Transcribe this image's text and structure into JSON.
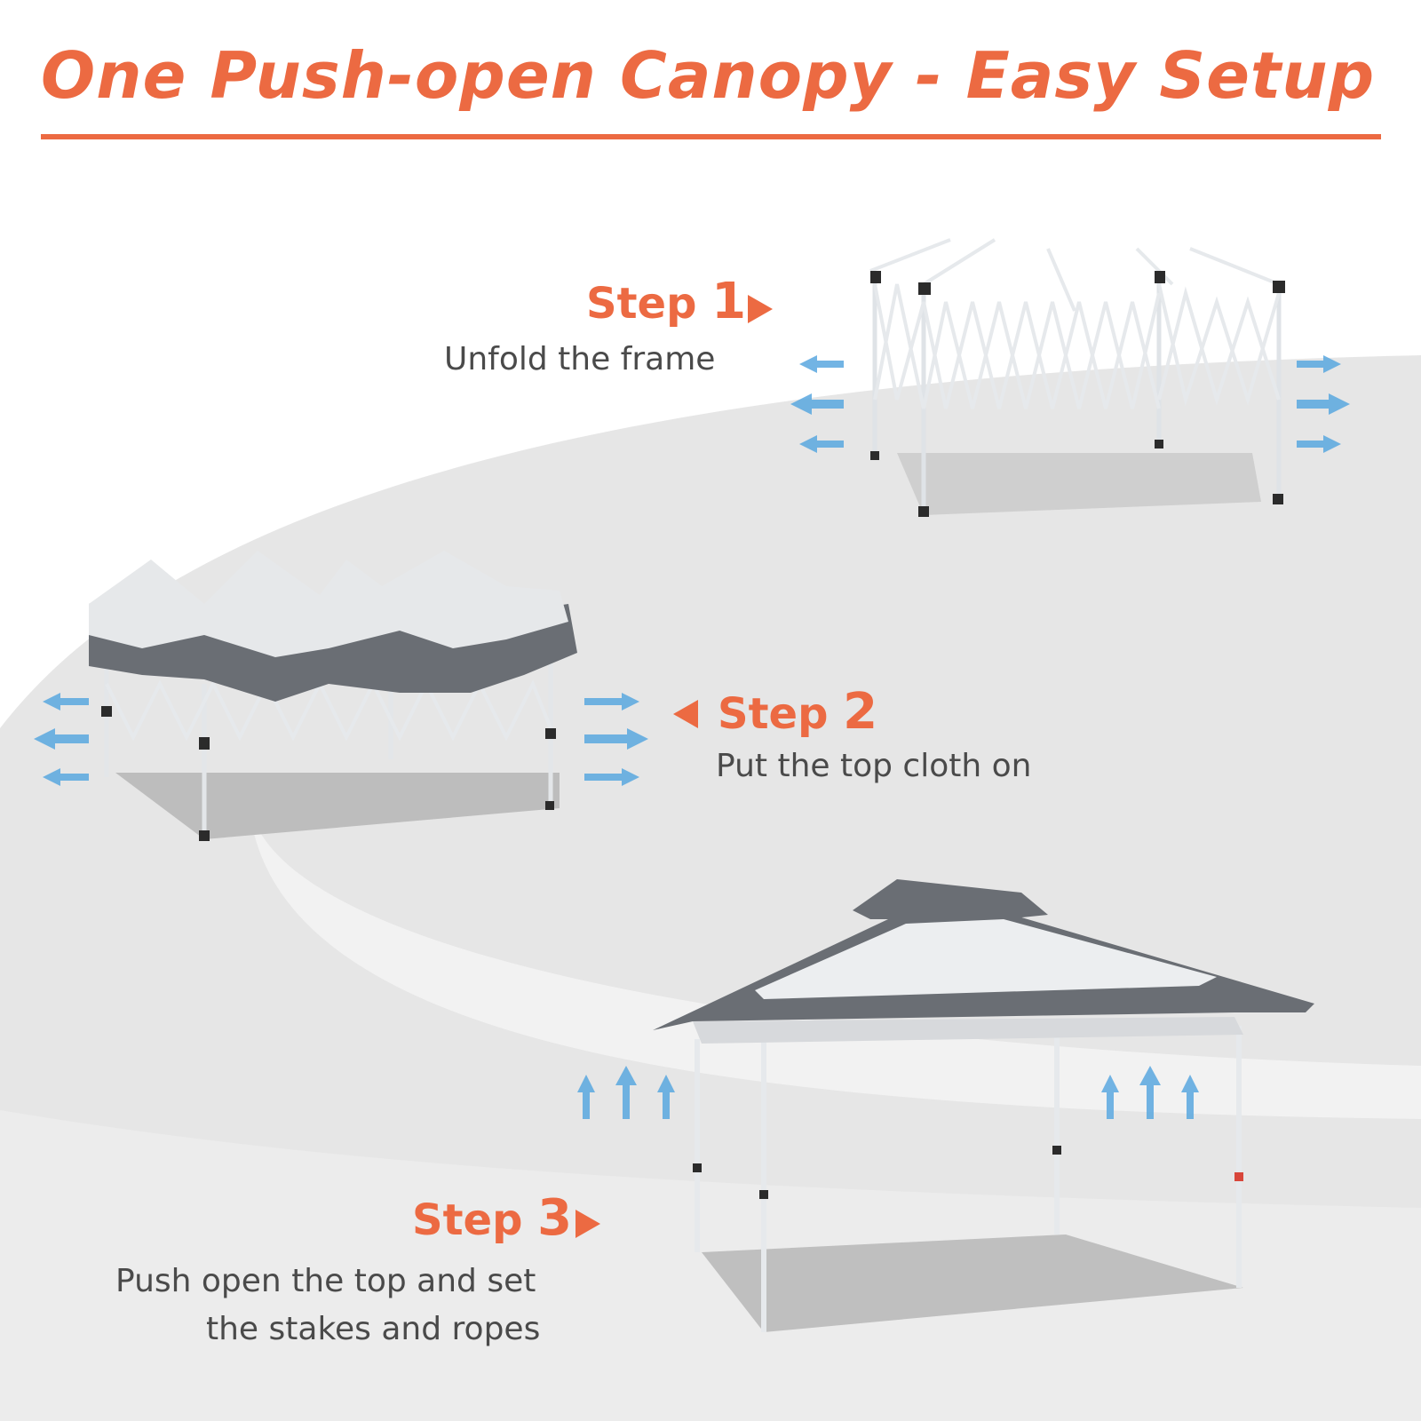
{
  "headline": "One Push-open Canopy - Easy Setup",
  "colors": {
    "accent": "#ec6a42",
    "text_dark": "#4a4a4a",
    "swirl_outer": "#e6e6e6",
    "swirl_inner": "#f2f2f2",
    "arrow_blue": "#5aa8e0",
    "canopy_dark": "#6a6e74",
    "canopy_light": "#e9ebed"
  },
  "steps": [
    {
      "label": "Step",
      "number": "1",
      "description": "Unfold the frame",
      "icon": "play-right-icon"
    },
    {
      "label": "Step",
      "number": "2",
      "description": "Put the top cloth on",
      "icon": "play-left-icon"
    },
    {
      "label": "Step",
      "number": "3",
      "description_line1": "Push open the top and set",
      "description_line2": "the stakes and ropes",
      "icon": "play-right-icon"
    }
  ]
}
